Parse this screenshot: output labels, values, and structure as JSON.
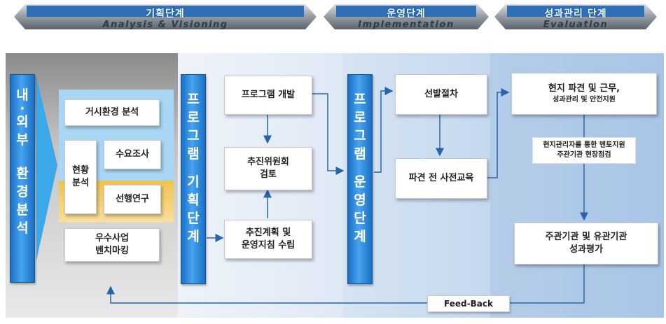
{
  "phases": [
    {
      "title": "기획단계",
      "subtitle": "Analysis & Visioning"
    },
    {
      "title": "운영단계",
      "subtitle": "Implementation"
    },
    {
      "title": "성과관리 단계",
      "subtitle": "Evaluation"
    }
  ],
  "analysis": {
    "side_label": [
      "내",
      "·",
      "외",
      "부",
      "",
      "환",
      "경",
      "분",
      "석"
    ],
    "macro": "거시환경 분석",
    "status": "현황\n분석",
    "demand": "수요조사",
    "prior_research": "선행연구",
    "benchmark": "우수사업\n벤치마킹"
  },
  "planning_bar": [
    "프",
    "로",
    "그",
    "램",
    "",
    "기",
    "획",
    "단",
    "계"
  ],
  "planning": {
    "dev": "프로그램 개발",
    "committee": "추진위원회\n검토",
    "plan": "추진계획 및\n운영지침 수립"
  },
  "operation_bar": [
    "프",
    "로",
    "그",
    "램",
    "",
    "운",
    "영",
    "단",
    "계"
  ],
  "operation": {
    "selection": "선발절차",
    "pretraining": "파견 전 사전교육"
  },
  "evaluation": {
    "dispatch": "현지 파견 및 근무,",
    "dispatch_sub": "성과관리 및 안전지원",
    "mentor": "현지관리자를 통한 멘토지원\n주관기관 현장점검",
    "assessment": "주관기관 및 유관기관\n성과평가"
  },
  "feedback": "Feed-Back",
  "colors": {
    "arrow_blue": "#2a64a8",
    "bar_blue": "#2f86d8",
    "band_blue": "#aad4f2",
    "band_yellow": "#f2c95a",
    "grey_panel": "#c9c9c9"
  }
}
